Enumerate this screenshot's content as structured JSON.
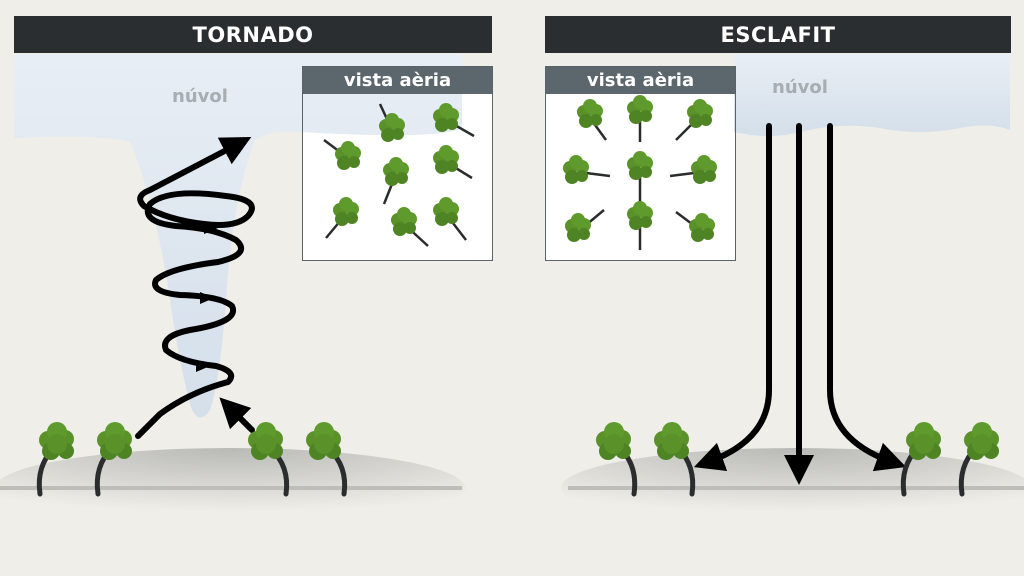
{
  "panels": {
    "tornado": {
      "title": "TORNADO",
      "cloud_label": "núvol",
      "inset_title": "vista aèria"
    },
    "downburst": {
      "title": "ESCLAFIT",
      "cloud_label": "núvol",
      "inset_title": "vista aèria"
    }
  },
  "colors": {
    "header": "#2b2e31",
    "inset_header": "#5c666d",
    "cloud": "#dde6ef",
    "ground": "#bdbdb9",
    "tree_foliage": "#5a9229",
    "trunk": "#2a2c2e",
    "arrow": "#000000"
  }
}
